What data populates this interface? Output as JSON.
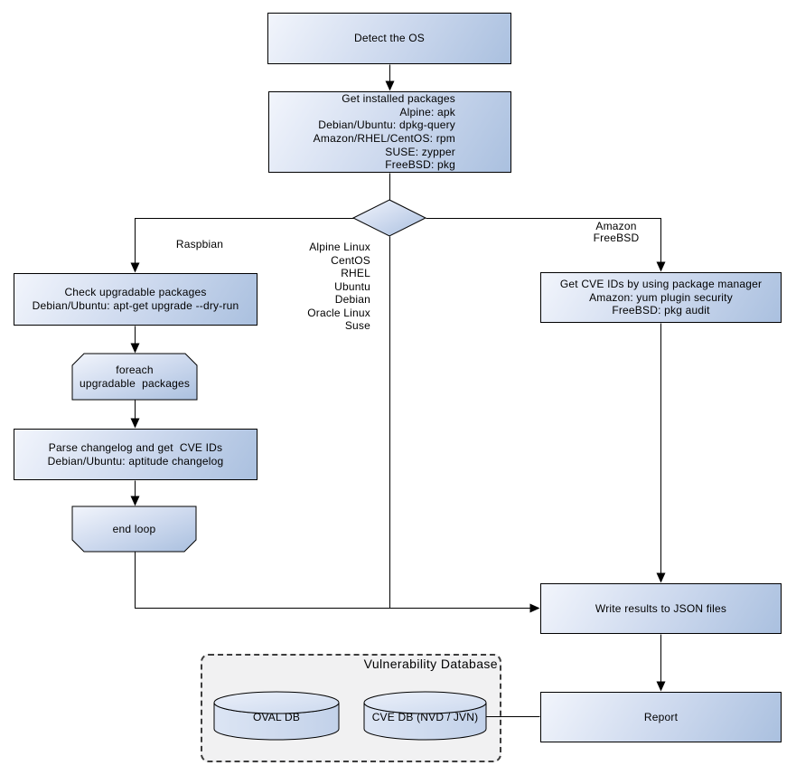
{
  "diagram": {
    "nodes": {
      "detect_os": "Detect the OS",
      "get_installed_packages": [
        "Get installed packages",
        "Alpine: apk",
        "Debian/Ubuntu: dpkg-query",
        "Amazon/RHEL/CentOS: rpm",
        "SUSE: zypper",
        "FreeBSD: pkg"
      ],
      "check_upgradable": [
        "Check upgradable packages",
        "Debian/Ubuntu: apt-get upgrade --dry-run"
      ],
      "foreach_loop": [
        "foreach",
        "upgradable  packages"
      ],
      "parse_changelog": [
        "Parse changelog and get  CVE IDs",
        "Debian/Ubuntu: aptitude changelog"
      ],
      "end_loop": "end loop",
      "get_cve_ids": [
        "Get CVE IDs by using package manager",
        "Amazon: yum plugin security",
        "FreeBSD: pkg audit"
      ],
      "write_results": "Write results to JSON files",
      "report": "Report"
    },
    "edge_labels": {
      "left_branch": "Raspbian",
      "middle_branch": [
        "Alpine Linux",
        "CentOS",
        "RHEL",
        "Ubuntu",
        "Debian",
        "Oracle Linux",
        "Suse"
      ],
      "right_branch": [
        "Amazon",
        "FreeBSD"
      ]
    },
    "database_group": {
      "title": "Vulnerability Database",
      "oval_db": "OVAL DB",
      "cve_db": "CVE DB (NVD / JVN)"
    },
    "colors": {
      "node_fill_light": "#f2f5fc",
      "node_fill_dark": "#aac0df",
      "node_border": "#000000",
      "connector": "#000000",
      "group_fill": "#f1f1f2",
      "group_border": "#3d3d3d",
      "cylinder_body_light": "#dce5f4",
      "cylinder_body_dark": "#c2d1e9",
      "cylinder_top_light": "#ebf0fa",
      "cylinder_top_dark": "#ccd9ee"
    }
  }
}
